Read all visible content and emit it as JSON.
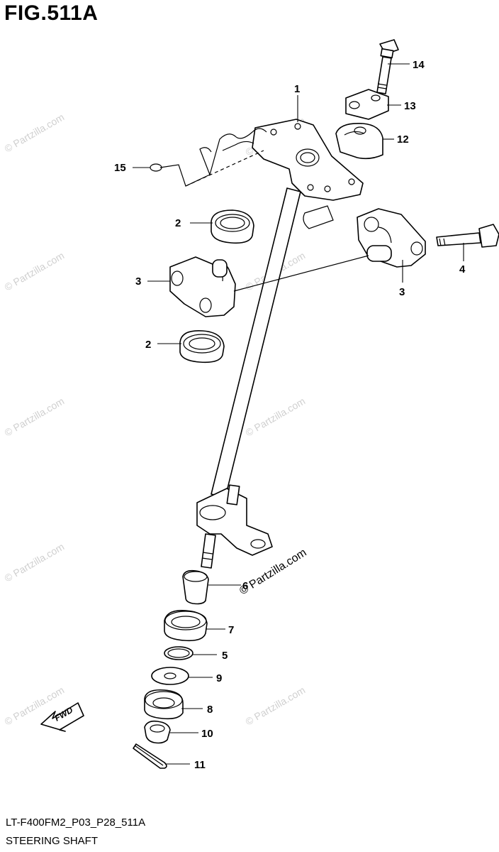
{
  "figure": {
    "title": "FIG.511A",
    "drawing_code": "LT-F400FM2_P03_P28_511A",
    "name": "STEERING SHAFT",
    "direction_label": "FWD"
  },
  "watermark": {
    "text": "© Partzilla.com"
  },
  "callouts": [
    {
      "id": "c1",
      "label": "1"
    },
    {
      "id": "c2a",
      "label": "2"
    },
    {
      "id": "c2b",
      "label": "2"
    },
    {
      "id": "c3a",
      "label": "3"
    },
    {
      "id": "c3b",
      "label": "3"
    },
    {
      "id": "c4",
      "label": "4"
    },
    {
      "id": "c5",
      "label": "5"
    },
    {
      "id": "c6",
      "label": "6"
    },
    {
      "id": "c7",
      "label": "7"
    },
    {
      "id": "c8",
      "label": "8"
    },
    {
      "id": "c9",
      "label": "9"
    },
    {
      "id": "c10",
      "label": "10"
    },
    {
      "id": "c11",
      "label": "11"
    },
    {
      "id": "c12",
      "label": "12"
    },
    {
      "id": "c13",
      "label": "13"
    },
    {
      "id": "c14",
      "label": "14"
    },
    {
      "id": "c15",
      "label": "15"
    }
  ]
}
